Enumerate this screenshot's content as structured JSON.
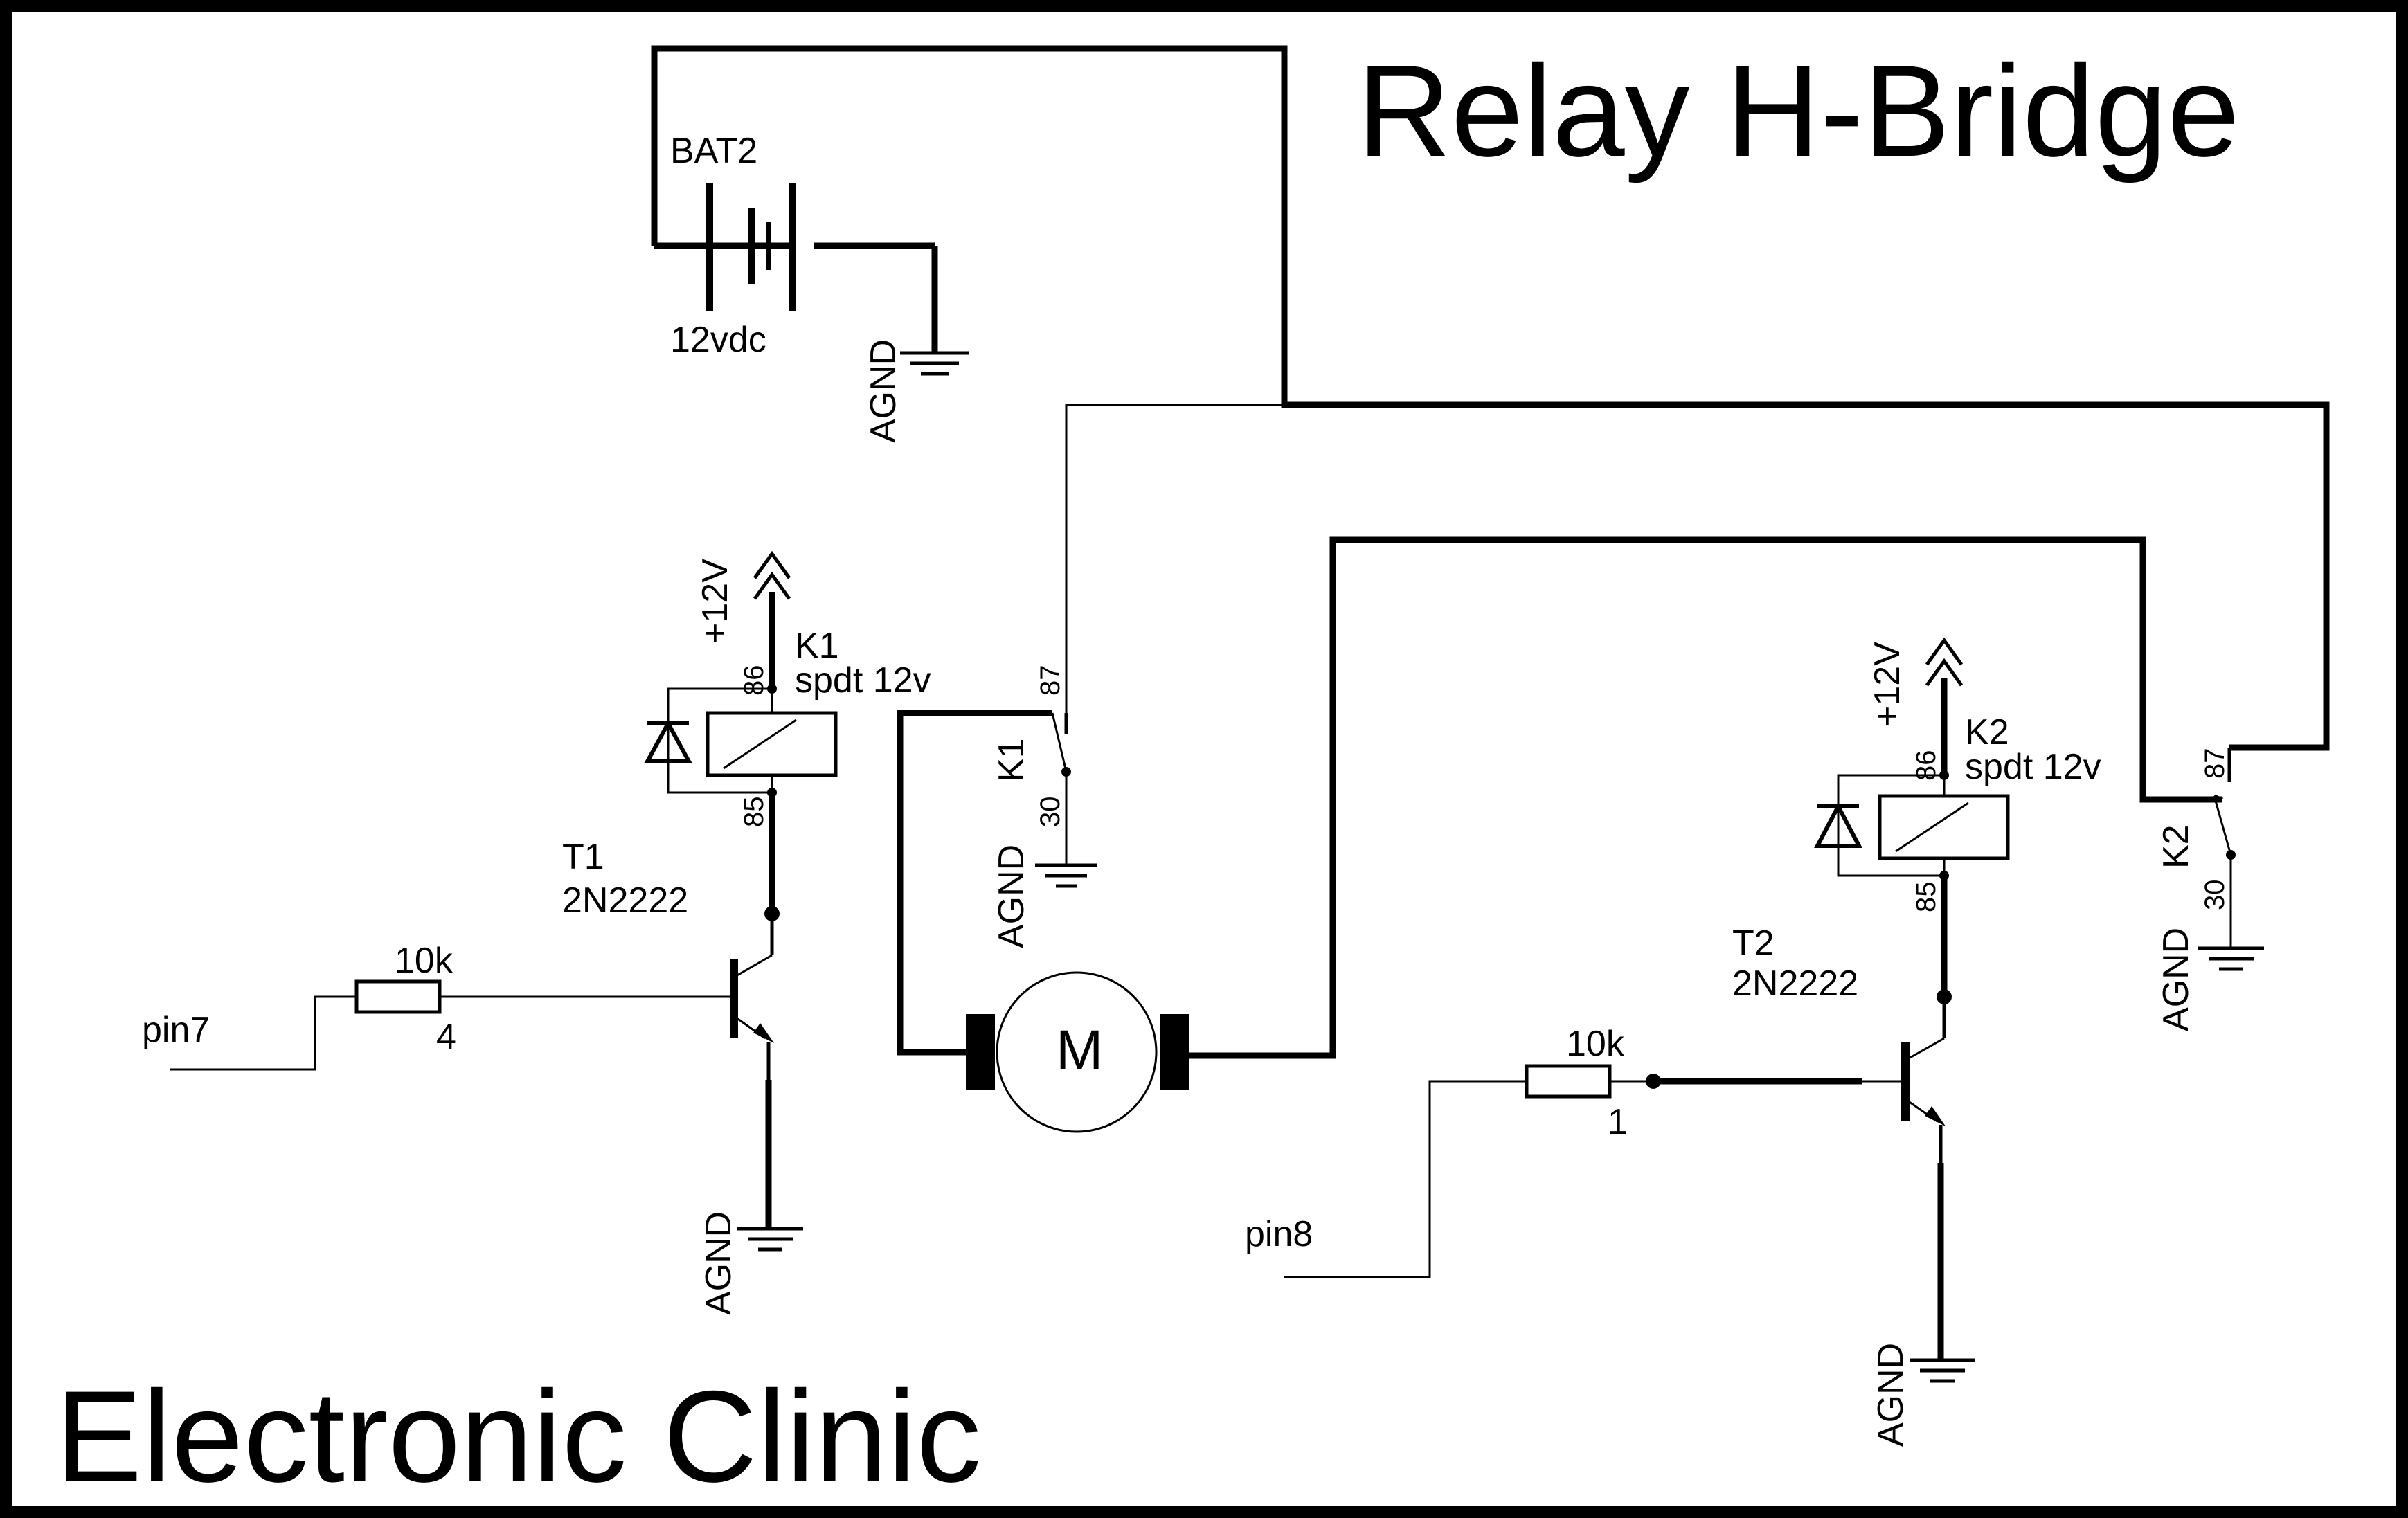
{
  "title": "Relay H-Bridge",
  "brand": "Electronic Clinic",
  "battery": {
    "ref": "BAT2",
    "value": "12vdc"
  },
  "ground_label": "AGND",
  "supply_label": "+12V",
  "motor_label": "M",
  "relays": [
    {
      "ref": "K1",
      "type": "spdt 12v",
      "coil_pin_top": "86",
      "coil_pin_bottom": "85",
      "contact_no": "87",
      "contact_common": "30"
    },
    {
      "ref": "K2",
      "type": "spdt 12v",
      "coil_pin_top": "86",
      "coil_pin_bottom": "85",
      "contact_no": "87",
      "contact_common": "30"
    }
  ],
  "transistors": [
    {
      "ref": "T1",
      "part": "2N2222"
    },
    {
      "ref": "T2",
      "part": "2N2222"
    }
  ],
  "resistors": [
    {
      "value": "10k",
      "pin_number": "4"
    },
    {
      "value": "10k",
      "pin_number": "1"
    }
  ],
  "inputs": [
    "pin7",
    "pin8"
  ],
  "colors": {
    "ink": "#000000",
    "background": "#ffffff"
  }
}
